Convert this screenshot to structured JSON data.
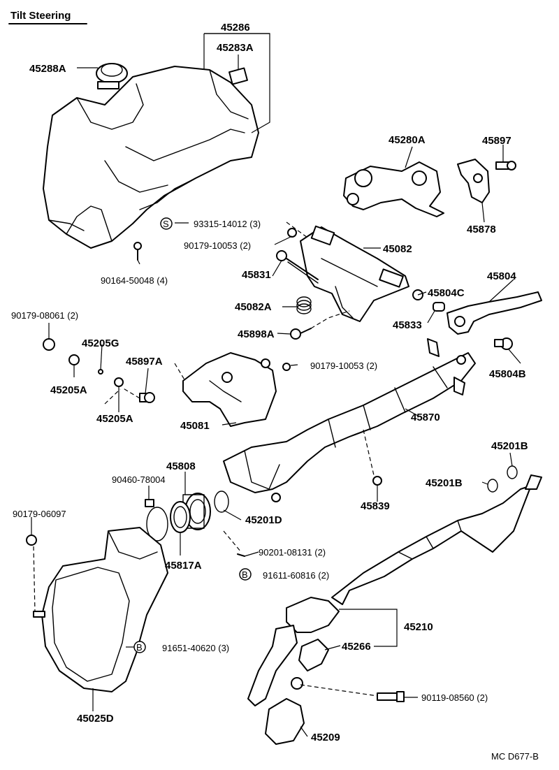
{
  "title": "Tilt Steering",
  "ref_code": "MC D677-B",
  "circled_s": "S",
  "circled_b": "B",
  "parts": {
    "p45286": "45286",
    "p45283A": "45283A",
    "p45288A": "45288A",
    "p45280A": "45280A",
    "p45897": "45897",
    "p45878": "45878",
    "p93315": "93315-14012 (3)",
    "p90179_10053a": "90179-10053 (2)",
    "p45082": "45082",
    "p45831": "45831",
    "p45804": "45804",
    "p45804C": "45804C",
    "p90164": "90164-50048 (4)",
    "p45082A": "45082A",
    "p45833": "45833",
    "p45898A": "45898A",
    "p90179_08061": "90179-08061 (2)",
    "p45205G": "45205G",
    "p45897A": "45897A",
    "p45205A_1": "45205A",
    "p90179_10053b": "90179-10053 (2)",
    "p45804B": "45804B",
    "p45205A_2": "45205A",
    "p45081": "45081",
    "p45870": "45870",
    "p45808": "45808",
    "p90460": "90460-78004",
    "p45201B_1": "45201B",
    "p90179_06097": "90179-06097",
    "p45201D": "45201D",
    "p45839": "45839",
    "p45201B_2": "45201B",
    "p45817A": "45817A",
    "p90201": "90201-08131 (2)",
    "p91611": "91611-60816 (2)",
    "p45210": "45210",
    "p91651": "91651-40620 (3)",
    "p45266": "45266",
    "p90119": "90119-08560 (2)",
    "p45025D": "45025D",
    "p45209": "45209"
  }
}
